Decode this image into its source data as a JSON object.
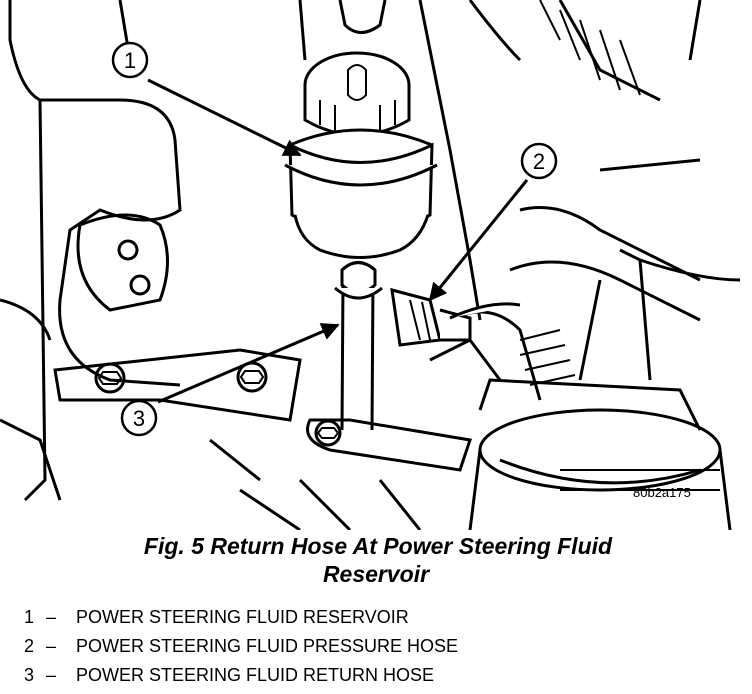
{
  "figure": {
    "code": "80b2a175",
    "caption_line1": "Fig. 5 Return Hose At Power Steering Fluid",
    "caption_line2": "Reservoir"
  },
  "callouts": [
    "1",
    "2",
    "3"
  ],
  "legend": [
    {
      "num": "1",
      "dash": "–",
      "text": "POWER STEERING FLUID RESERVOIR"
    },
    {
      "num": "2",
      "dash": "–",
      "text": "POWER STEERING FLUID PRESSURE HOSE"
    },
    {
      "num": "3",
      "dash": "–",
      "text": "POWER STEERING FLUID RETURN HOSE"
    }
  ]
}
